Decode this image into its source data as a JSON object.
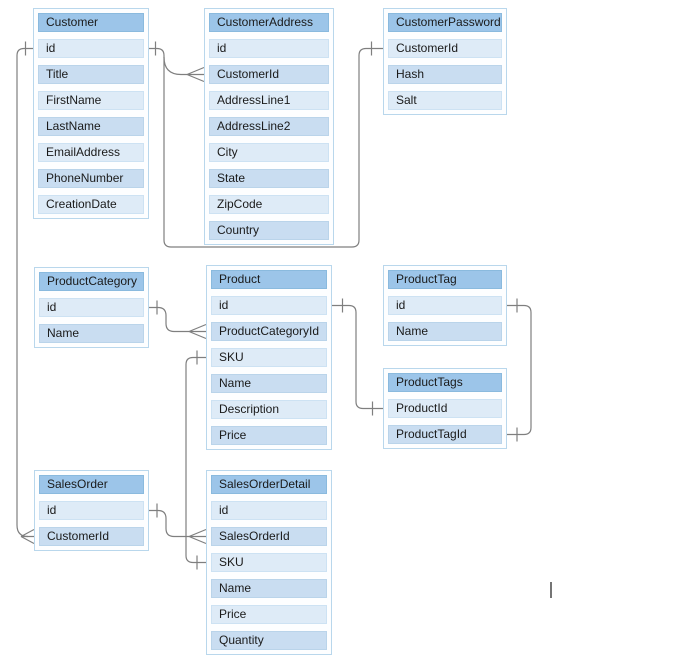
{
  "colors": {
    "canvas_bg": "#ffffff",
    "table_border": "#b9d7ec",
    "header_fill": "#9cc5e9",
    "row_light_fill": "#deebf7",
    "row_medium_fill": "#c9ddf1",
    "connector": "#7f7f7f",
    "text": "#1a1a1a"
  },
  "diagram": {
    "tables": [
      {
        "name": "Customer",
        "fields": [
          "id",
          "Title",
          "FirstName",
          "LastName",
          "EmailAddress",
          "PhoneNumber",
          "CreationDate"
        ]
      },
      {
        "name": "CustomerAddress",
        "fields": [
          "id",
          "CustomerId",
          "AddressLine1",
          "AddressLine2",
          "City",
          "State",
          "ZipCode",
          "Country"
        ]
      },
      {
        "name": "CustomerPassword",
        "fields": [
          "CustomerId",
          "Hash",
          "Salt"
        ]
      },
      {
        "name": "ProductCategory",
        "fields": [
          "id",
          "Name"
        ]
      },
      {
        "name": "Product",
        "fields": [
          "id",
          "ProductCategoryId",
          "SKU",
          "Name",
          "Description",
          "Price"
        ]
      },
      {
        "name": "ProductTag",
        "fields": [
          "id",
          "Name"
        ]
      },
      {
        "name": "ProductTags",
        "fields": [
          "ProductId",
          "ProductTagId"
        ]
      },
      {
        "name": "SalesOrder",
        "fields": [
          "id",
          "CustomerId"
        ]
      },
      {
        "name": "SalesOrderDetail",
        "fields": [
          "id",
          "SalesOrderId",
          "SKU",
          "Name",
          "Price",
          "Quantity"
        ]
      }
    ],
    "relations": [
      {
        "from": "Customer.id",
        "to": "CustomerAddress.CustomerId",
        "from_end": "one",
        "to_end": "many"
      },
      {
        "from": "Customer.id",
        "to": "CustomerPassword.CustomerId",
        "from_end": "one",
        "to_end": "one"
      },
      {
        "from": "Customer.id",
        "to": "SalesOrder.CustomerId",
        "from_end": "one",
        "to_end": "many"
      },
      {
        "from": "ProductCategory.id",
        "to": "Product.ProductCategoryId",
        "from_end": "one",
        "to_end": "many"
      },
      {
        "from": "Product.id",
        "to": "ProductTags.ProductId",
        "from_end": "one",
        "to_end": "one"
      },
      {
        "from": "ProductTag.id",
        "to": "ProductTags.ProductTagId",
        "from_end": "one",
        "to_end": "one"
      },
      {
        "from": "Product.SKU",
        "to": "SalesOrderDetail.SKU",
        "from_end": "one",
        "to_end": "one"
      },
      {
        "from": "SalesOrder.id",
        "to": "SalesOrderDetail.SalesOrderId",
        "from_end": "one",
        "to_end": "many"
      }
    ]
  },
  "caret": {
    "visible": true
  }
}
